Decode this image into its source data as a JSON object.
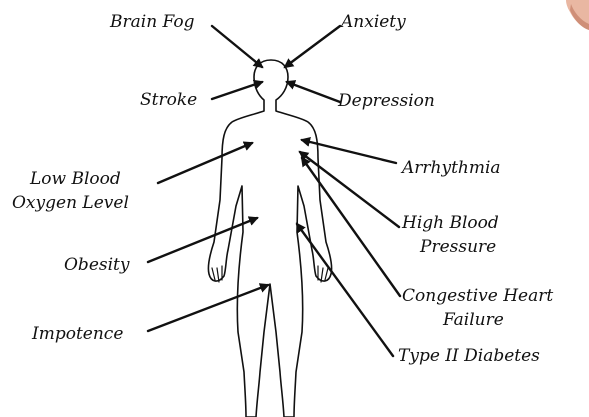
{
  "diagram": {
    "labels": {
      "brain_fog": "Brain Fog",
      "anxiety": "Anxiety",
      "stroke": "Stroke",
      "depression": "Depression",
      "low_blood_line1": "Low Blood",
      "low_blood_line2": "Oxygen Level",
      "arrhythmia": "Arrhythmia",
      "high_bp_line1": "High Blood",
      "high_bp_line2": "Pressure",
      "obesity": "Obesity",
      "chf_line1": "Congestive Heart",
      "chf_line2": "Failure",
      "impotence": "Impotence",
      "type2": "Type II Diabetes"
    },
    "colors": {
      "ink": "#111111",
      "background": "#ffffff",
      "hand": "#e9b7a2"
    }
  }
}
